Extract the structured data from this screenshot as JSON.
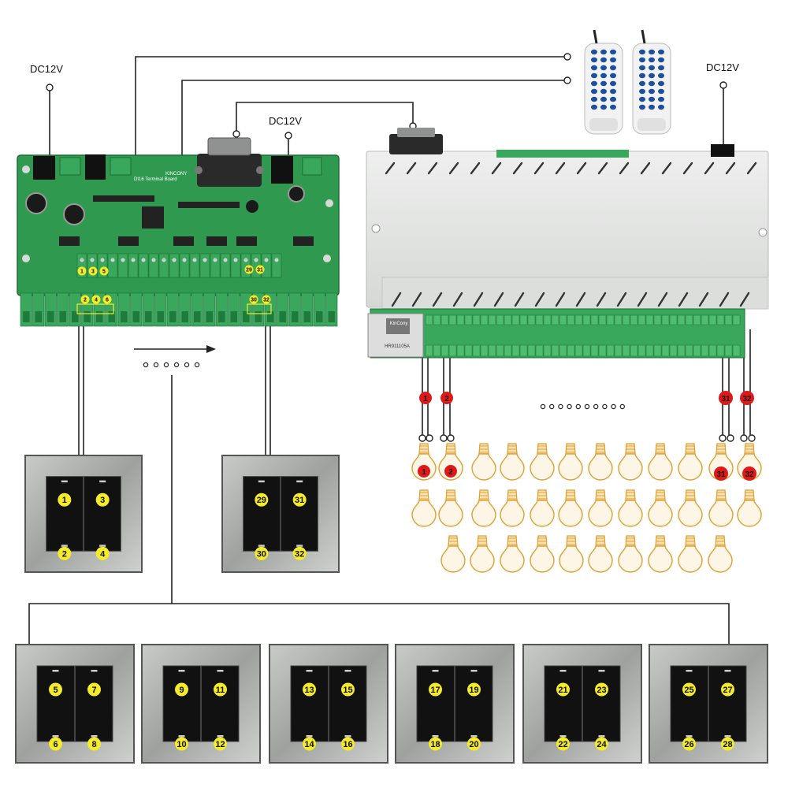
{
  "power_labels": {
    "left_board": "DC12V",
    "center_board": "DC12V",
    "relay_box": "DC12V"
  },
  "board": {
    "brand": "KINCONY",
    "model": "DI16 Terminal Board",
    "top_terminals": [
      "1",
      "3",
      "5",
      "29",
      "31"
    ],
    "bottom_terminals": [
      "2",
      "4",
      "6",
      "30",
      "32"
    ]
  },
  "switches": {
    "top": [
      {
        "upper": [
          "1",
          "3"
        ],
        "lower": [
          "2",
          "4"
        ]
      },
      {
        "upper": [
          "29",
          "31"
        ],
        "lower": [
          "30",
          "32"
        ]
      }
    ],
    "bottom": [
      {
        "upper": [
          "5",
          "7"
        ],
        "lower": [
          "6",
          "8"
        ]
      },
      {
        "upper": [
          "9",
          "11"
        ],
        "lower": [
          "10",
          "12"
        ]
      },
      {
        "upper": [
          "13",
          "15"
        ],
        "lower": [
          "14",
          "16"
        ]
      },
      {
        "upper": [
          "17",
          "19"
        ],
        "lower": [
          "18",
          "20"
        ]
      },
      {
        "upper": [
          "21",
          "23"
        ],
        "lower": [
          "22",
          "24"
        ]
      },
      {
        "upper": [
          "25",
          "27"
        ],
        "lower": [
          "26",
          "28"
        ]
      }
    ]
  },
  "relay_outputs": [
    "1",
    "2",
    "31",
    "32"
  ],
  "bulb_labels": [
    "1",
    "2",
    "31",
    "32"
  ],
  "relay_box": {
    "ethernet_label": "HR911105A",
    "brand_small": "KinCony"
  },
  "colors": {
    "board_green": "#2f9a4f",
    "terminal_green": "#3aa85c",
    "relay_box": "#e4e6e4",
    "switch_frame": "#a8aaa8",
    "switch_button": "#111111",
    "yellow_badge": "#f4ec2a",
    "red_badge": "#e01818",
    "bulb_fill": "#fdf6e6",
    "bulb_line": "#e0a030",
    "remote_button": "#1d4fa0"
  }
}
